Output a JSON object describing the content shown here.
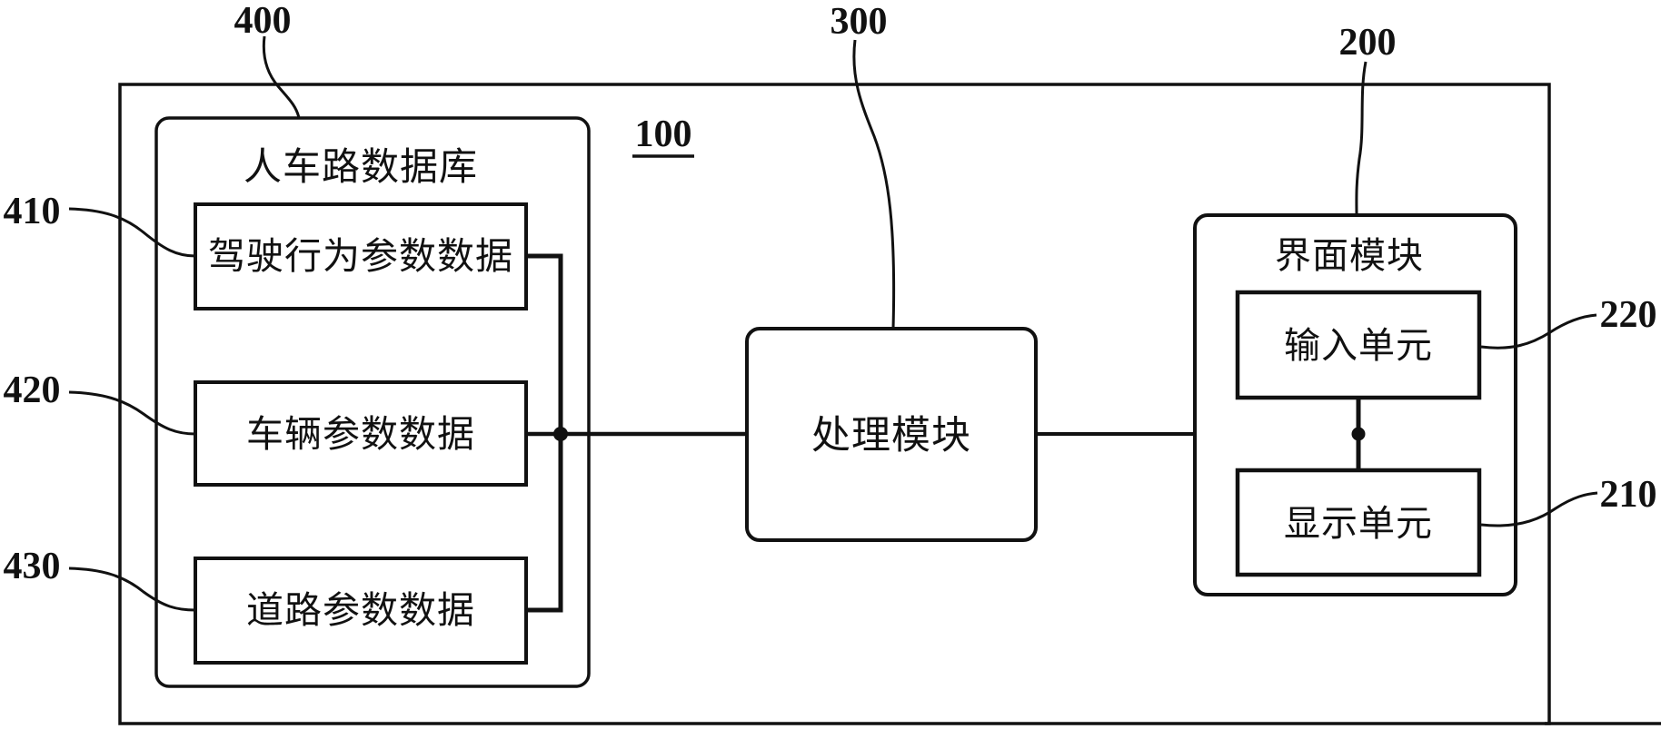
{
  "figure": {
    "background": "#ffffff",
    "ink": "#111111",
    "system_ref": "100",
    "refs": {
      "database": "400",
      "driving": "410",
      "vehicle": "420",
      "road": "430",
      "processing": "300",
      "interface": "200",
      "input": "220",
      "display": "210"
    },
    "blocks": {
      "database_title": "人车路数据库",
      "driving_label": "驾驶行为参数数据",
      "vehicle_label": "车辆参数数据",
      "road_label": "道路参数数据",
      "processing_label": "处理模块",
      "interface_title": "界面模块",
      "input_label": "输入单元",
      "display_label": "显示单元"
    }
  }
}
